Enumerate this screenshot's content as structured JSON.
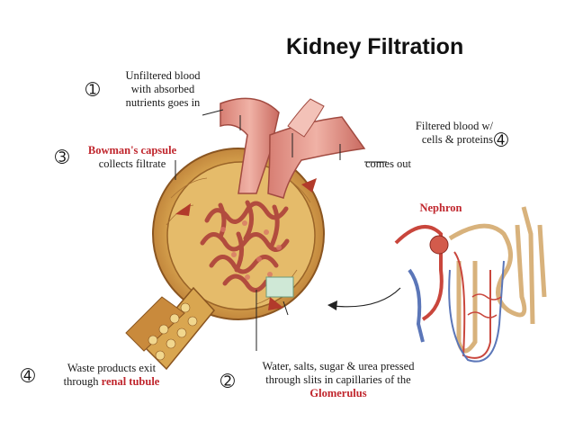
{
  "title": "Kidney Filtration",
  "markers": {
    "step1": "➀",
    "step2": "➁",
    "step3": "➂",
    "step4_right": "➃",
    "step4_left": "➃"
  },
  "labels": {
    "unfiltered_line1": "Unfiltered  blood",
    "unfiltered_line2": "with absorbed",
    "unfiltered_line3": "nutrients goes in",
    "bowman_name": "Bowman's capsule",
    "bowman_desc": "collects filtrate",
    "filtered_line1": "Filtered  blood w/",
    "filtered_line2": "cells & proteins",
    "filtered_line3": "comes out",
    "nephron": "Nephron",
    "waste_line1": "Waste products exit",
    "waste_line2_prefix": "through ",
    "waste_line2_red": "renal tubule",
    "water_line1": "Water, salts, sugar & urea pressed",
    "water_line2": "through slits in capillaries of the",
    "water_line3": "Glomerulus"
  },
  "colors": {
    "accent_red": "#c0262d",
    "capsule_fill": "#d9a650",
    "capsule_inner": "#c98a3c",
    "vessel": "#e49a8c",
    "glomerulus": "#c95b4a",
    "nephron_blue": "#5b76b8",
    "nephron_red": "#c9463c",
    "nephron_tan": "#d8b27c"
  }
}
